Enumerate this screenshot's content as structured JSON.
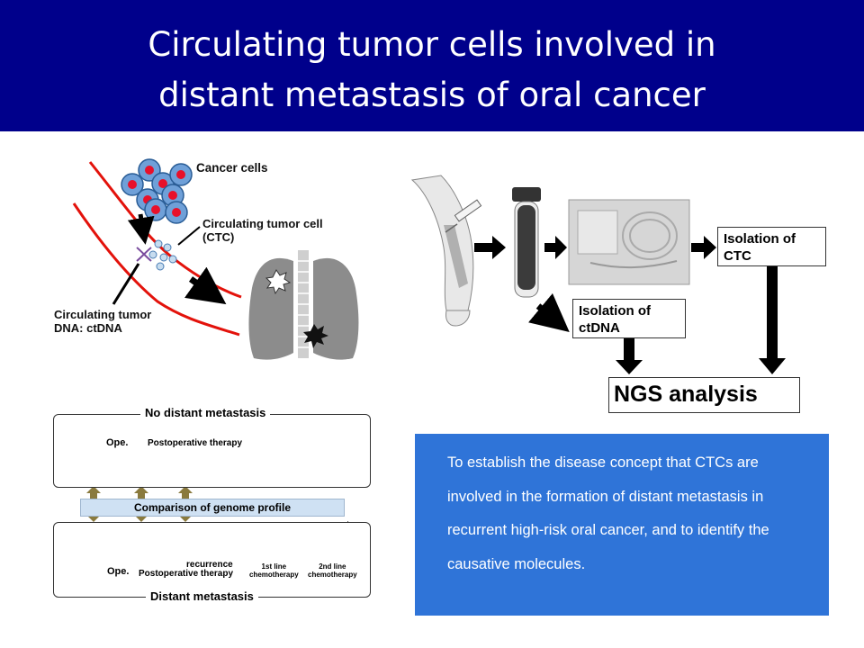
{
  "title": {
    "line1": "Circulating tumor cells involved in",
    "line2": "distant metastasis of oral cancer"
  },
  "left_diagram": {
    "cancer_cells": "Cancer cells",
    "ctc_line1": "Circulating tumor cell",
    "ctc_line2": "(CTC)",
    "ctdna_line1": "Circulating tumor",
    "ctdna_line2": "DNA: ctDNA"
  },
  "right_diagram": {
    "isolation_ctc_line1": "Isolation of",
    "isolation_ctc_line2": "CTC",
    "isolation_ctdna_line1": "Isolation of",
    "isolation_ctdna_line2": "ctDNA",
    "ngs": "NGS analysis"
  },
  "timeline": {
    "no_metastasis": "No distant metastasis",
    "distant_metastasis": "Distant metastasis",
    "ope_top": "Ope.",
    "postop_top": "Postoperative therapy",
    "comparison": "Comparison of genome profile",
    "ope_bottom": "Ope.",
    "postop_bottom": "Postoperative therapy",
    "recurrence": "recurrence",
    "first_line": [
      "1st line",
      "chemotherapy"
    ],
    "second_line": [
      "2nd line",
      "chemotherapy"
    ]
  },
  "objective_text": "To establish the disease concept that CTCs are involved in the formation of distant metastasis in recurrent high-risk oral cancer, and to identify the causative molecules.",
  "colors": {
    "header": "#00008b",
    "objective_box": "#2f74d8",
    "vessel": "#e3120b",
    "cancer_cell": "#6fa0d8",
    "nucleus": "#e8102a",
    "comparison_bar": "#cfe1f3",
    "double_arrow": "#8a7a3e"
  }
}
